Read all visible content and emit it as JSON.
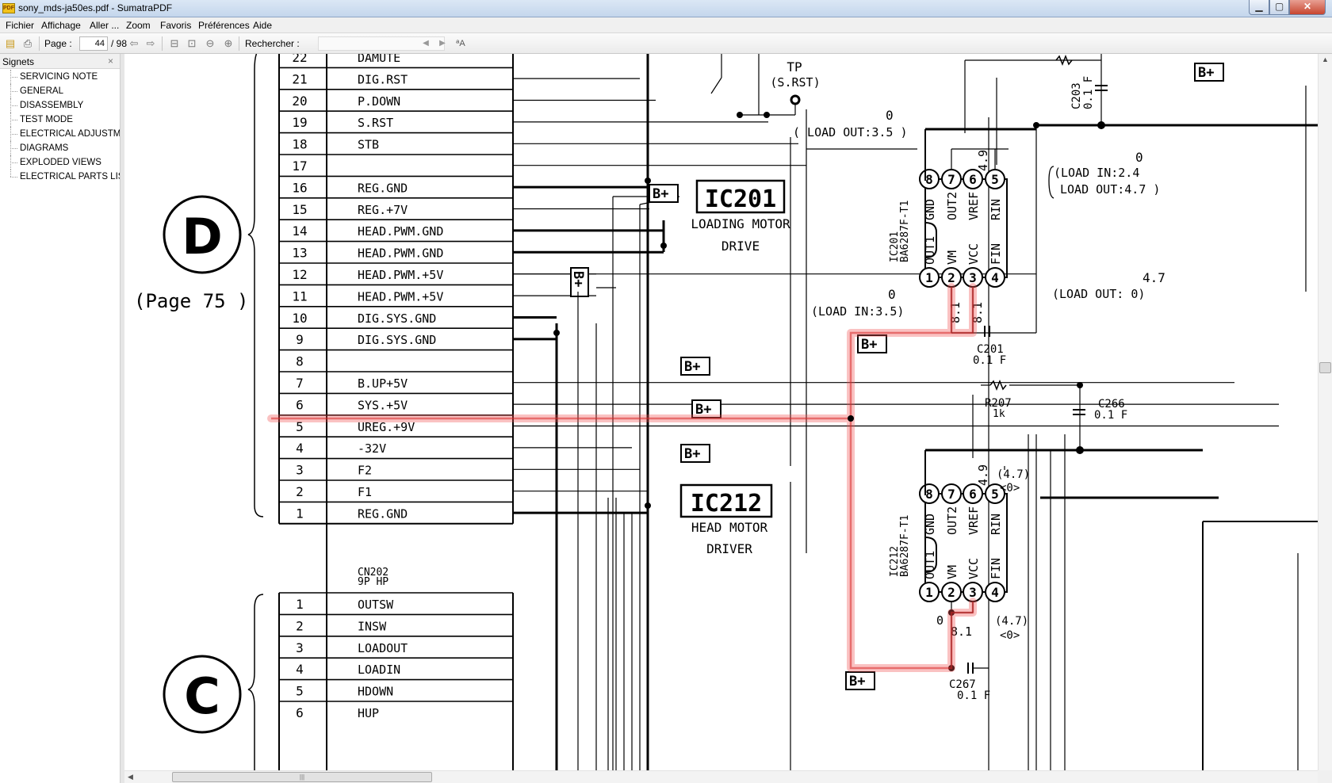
{
  "window": {
    "title": "sony_mds-ja50es.pdf - SumatraPDF",
    "app_icon_text": "PDF",
    "minimize": "▁",
    "maximize": "▢",
    "close": "✕"
  },
  "menu": [
    "Fichier",
    "Affichage",
    "Aller ...",
    "Zoom",
    "Favoris",
    "Préférences",
    "Aide"
  ],
  "toolbar": {
    "page_label": "Page :",
    "page_current": "44",
    "page_total": "/ 98",
    "search_label": "Rechercher :",
    "search_value": "",
    "match_case": "ªA",
    "icons": [
      "open-icon",
      "print-icon",
      "prev-page-icon",
      "next-page-icon",
      "fit-page-icon",
      "fit-width-icon",
      "zoom-out-icon",
      "zoom-in-icon",
      "find-prev-icon",
      "find-next-icon"
    ]
  },
  "sidebar": {
    "title": "Signets",
    "close": "×",
    "items": [
      "SERVICING NOTE",
      "GENERAL",
      "DISASSEMBLY",
      "TEST MODE",
      "ELECTRICAL ADJUSTME",
      "DIAGRAMS",
      "EXPLODED VIEWS",
      "ELECTRICAL PARTS LIST"
    ]
  },
  "schematic": {
    "connector_d": {
      "letter": "D",
      "page_ref": "(Page 75 )",
      "pins": [
        {
          "n": "22",
          "sig": "DAMUTE"
        },
        {
          "n": "21",
          "sig": "DIG.RST"
        },
        {
          "n": "20",
          "sig": "P.DOWN"
        },
        {
          "n": "19",
          "sig": "S.RST"
        },
        {
          "n": "18",
          "sig": "STB"
        },
        {
          "n": "17",
          "sig": ""
        },
        {
          "n": "16",
          "sig": "REG.GND"
        },
        {
          "n": "15",
          "sig": "REG.+7V"
        },
        {
          "n": "14",
          "sig": "HEAD.PWM.GND"
        },
        {
          "n": "13",
          "sig": "HEAD.PWM.GND"
        },
        {
          "n": "12",
          "sig": "HEAD.PWM.+5V"
        },
        {
          "n": "11",
          "sig": "HEAD.PWM.+5V"
        },
        {
          "n": "10",
          "sig": "DIG.SYS.GND"
        },
        {
          "n": "9",
          "sig": "DIG.SYS.GND"
        },
        {
          "n": "8",
          "sig": ""
        },
        {
          "n": "7",
          "sig": "B.UP+5V"
        },
        {
          "n": "6",
          "sig": "SYS.+5V"
        },
        {
          "n": "5",
          "sig": "UREG.+9V"
        },
        {
          "n": "4",
          "sig": "-32V"
        },
        {
          "n": "3",
          "sig": "F2"
        },
        {
          "n": "2",
          "sig": "F1"
        },
        {
          "n": "1",
          "sig": "REG.GND"
        }
      ]
    },
    "connector_c": {
      "letter": "C",
      "name": "CN202",
      "sub": "9P HP",
      "pins": [
        {
          "n": "1",
          "sig": "OUTSW"
        },
        {
          "n": "2",
          "sig": "INSW"
        },
        {
          "n": "3",
          "sig": "LOADOUT"
        },
        {
          "n": "4",
          "sig": "LOADIN"
        },
        {
          "n": "5",
          "sig": "HDOWN"
        },
        {
          "n": "6",
          "sig": "HUP"
        }
      ]
    },
    "ic201": {
      "name": "IC201",
      "desc1": "LOADING MOTOR",
      "desc2": "DRIVE",
      "part1": "IC201",
      "part2": "BA6287F-T1",
      "top_pins": [
        "8",
        "7",
        "6",
        "5"
      ],
      "top_labels": [
        "GND",
        "OUT2",
        "VREF",
        "RIN"
      ],
      "bottom_pins": [
        "1",
        "2",
        "3",
        "4"
      ],
      "bottom_labels": [
        "OUT1",
        "VM",
        "VCC",
        "FIN"
      ],
      "v_top_left": "0",
      "v_top_left_note": "( LOAD OUT:3.5 )",
      "v_vref": "4.9",
      "v_right": "0",
      "v_right_note1": "(LOAD IN:2.4",
      "v_right_note2": "LOAD OUT:4.7 )",
      "v_bottom_left": "0",
      "v_bottom_left_note": "(LOAD IN:3.5)",
      "v_vm": "8.1",
      "v_vcc": "8.1",
      "v_fin": "4.7",
      "v_fin_note": "(LOAD OUT: 0)"
    },
    "ic212": {
      "name": "IC212",
      "desc1": "HEAD MOTOR",
      "desc2": "DRIVER",
      "part1": "IC212",
      "part2": "BA6287F-T1",
      "top_pins": [
        "8",
        "7",
        "6",
        "5"
      ],
      "top_labels": [
        "GND",
        "OUT2",
        "VREF",
        "RIN"
      ],
      "bottom_pins": [
        "1",
        "2",
        "3",
        "4"
      ],
      "bottom_labels": [
        "OUT1",
        "VM",
        "VCC",
        "FIN"
      ],
      "v_vref": "4.9",
      "v_rin1": "(4.7)",
      "v_rin2": "<0>",
      "v_out1": "0",
      "v_vm": "8.1",
      "v_fin1": "(4.7)",
      "v_fin2": "<0>"
    },
    "tp_name": "TP",
    "tp_sig": "(S.RST)",
    "bplus": "B+",
    "c201": {
      "name": "C201",
      "val": "0.1 F"
    },
    "c203": {
      "name": "C203",
      "val": "0.1 F"
    },
    "c266": {
      "name": "C266",
      "val": "0.1 F"
    },
    "c267": {
      "name": "C267",
      "val": "0.1 F"
    },
    "r207": {
      "name": "R207",
      "val": "1k"
    }
  }
}
